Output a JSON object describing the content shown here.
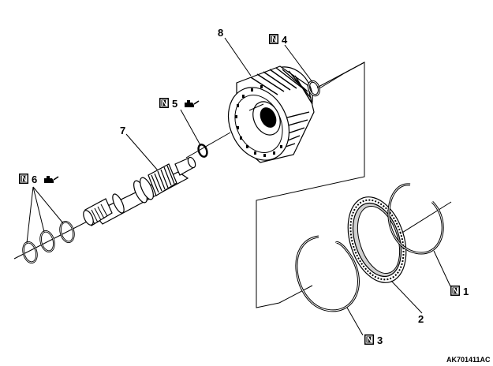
{
  "figure": {
    "code": "AK701411AC",
    "labels": {
      "p1": "1",
      "p2": "2",
      "p3": "3",
      "p4": "4",
      "p5": "5",
      "p6": "6",
      "p7": "7",
      "p8": "8"
    },
    "nonreusable_mark": "N",
    "icons": {
      "nonreusable": "n-box-icon",
      "lubricant": "oil-can-icon"
    }
  }
}
